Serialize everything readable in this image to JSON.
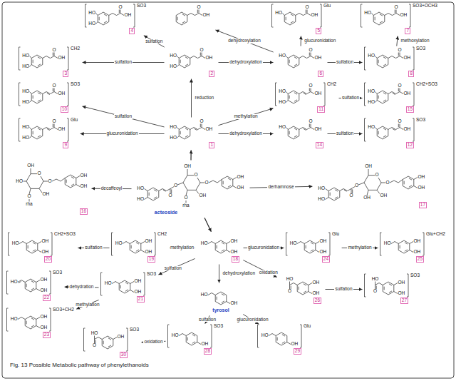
{
  "diagram": {
    "caption": "Fig. 13 Possible Metabolic pathway of phenylethanoids",
    "nodes": [
      {
        "text": [
          "HO",
          "HO",
          "O",
          "OH",
          "SO3",
          "4"
        ]
      },
      {
        "text": [
          "O",
          "OH"
        ]
      },
      {
        "text": [
          "HO",
          "O",
          "OH",
          "Glu",
          "5"
        ]
      },
      {
        "text": [
          "HO",
          "O",
          "OH",
          "SO3+OCH3",
          "7"
        ]
      },
      {
        "text": [
          "HO",
          "HO",
          "O",
          "OH",
          "CH2",
          "3"
        ]
      },
      {
        "text": [
          "HO",
          "HO",
          "O",
          "OH",
          "2"
        ]
      },
      {
        "text": [
          "HO",
          "O",
          "OH",
          "6"
        ]
      },
      {
        "text": [
          "HO",
          "O",
          "OH",
          "SO3",
          "8"
        ]
      },
      {
        "text": [
          "HO",
          "HO",
          "O",
          "OH",
          "SO3",
          "10"
        ]
      },
      {
        "text": [
          "HO",
          "HO",
          "O",
          "OH",
          "CH2",
          "11"
        ]
      },
      {
        "text": [
          "HO",
          "HO",
          "O",
          "OH",
          "CH2+SO3",
          "15"
        ]
      },
      {
        "text": [
          "HO",
          "HO",
          "O",
          "OH",
          "Glu",
          "9"
        ]
      },
      {
        "text": [
          "HO",
          "HO",
          "O",
          "OH",
          "1"
        ]
      },
      {
        "text": [
          "HO",
          "O",
          "OH",
          "14"
        ]
      },
      {
        "text": [
          "HO",
          "O",
          "OH",
          "SO3",
          "12"
        ]
      },
      {
        "text": [
          "OH",
          "HO",
          "O",
          "O",
          "OH",
          "OH",
          "O",
          "rha",
          "OH",
          "16"
        ]
      },
      {
        "text": [
          "OH",
          "HO",
          "HO",
          "O",
          "O",
          "O",
          "O",
          "OH",
          "OH",
          "O",
          "rha",
          "OH",
          "acteoside"
        ]
      },
      {
        "text": [
          "OH",
          "HO",
          "HO",
          "O",
          "O",
          "O",
          "O",
          "OH",
          "OH",
          "OH",
          "OH",
          "17"
        ]
      },
      {
        "text": [
          "HO",
          "OH",
          "OH",
          "CH2+SO3",
          "20"
        ]
      },
      {
        "text": [
          "HO",
          "OH",
          "OH",
          "CH2",
          "19"
        ]
      },
      {
        "text": [
          "HO",
          "OH",
          "OH",
          "18"
        ]
      },
      {
        "text": [
          "HO",
          "OH",
          "OH",
          "Glu",
          "24"
        ]
      },
      {
        "text": [
          "HO",
          "OH",
          "OH",
          "Glu+CH2",
          "25"
        ]
      },
      {
        "text": [
          "HO",
          "OH",
          "OH",
          "SO3",
          "22"
        ]
      },
      {
        "text": [
          "HO",
          "OH",
          "OH",
          "SO3",
          "21"
        ]
      },
      {
        "text": [
          "HO",
          "O",
          "OH",
          "OH",
          "26"
        ]
      },
      {
        "text": [
          "HO",
          "O",
          "OH",
          "OH",
          "SO3",
          "27"
        ]
      },
      {
        "text": [
          "HO",
          "OH",
          "tyrosol"
        ]
      },
      {
        "text": [
          "HO",
          "OH",
          "OH",
          "SO3+CH2",
          "23"
        ]
      },
      {
        "text": [
          "HO",
          "O",
          "OH",
          "SO3",
          "30"
        ]
      },
      {
        "text": [
          "HO",
          "OH",
          "SO3",
          "28"
        ]
      },
      {
        "text": [
          "HO",
          "OH",
          "Glu",
          "29"
        ]
      }
    ],
    "edges": [
      {
        "from": 12,
        "to": 5,
        "label": "reduction",
        "arrow": "to"
      },
      {
        "from": 5,
        "to": 4,
        "label": "sulfation",
        "arrow": "to"
      },
      {
        "from": 5,
        "to": 0,
        "label": "sulfation",
        "arrow": "to"
      },
      {
        "from": 5,
        "to": 6,
        "label": "dehydroxylation",
        "arrow": "to"
      },
      {
        "from": 6,
        "to": 1,
        "label": "dehydroxylation",
        "arrow": "to"
      },
      {
        "from": 6,
        "to": 2,
        "label": "glucuronidation",
        "arrow": "to"
      },
      {
        "from": 6,
        "to": 7,
        "label": "sulfation",
        "arrow": "to"
      },
      {
        "from": 7,
        "to": 3,
        "label": "methoxylation",
        "arrow": "to"
      },
      {
        "from": 12,
        "to": 9,
        "label": "methylation",
        "arrow": "to"
      },
      {
        "from": 9,
        "to": 10,
        "label": "sulfation",
        "arrow": "to"
      },
      {
        "from": 12,
        "to": 13,
        "label": "dehydroxylation",
        "arrow": "to"
      },
      {
        "from": 13,
        "to": 14,
        "label": "sulfation",
        "arrow": "to"
      },
      {
        "from": 12,
        "to": 8,
        "label": "sulfation",
        "arrow": "to"
      },
      {
        "from": 12,
        "to": 11,
        "label": "glucuronidation",
        "arrow": "to"
      },
      {
        "from": 16,
        "to": 12,
        "arrow": "to"
      },
      {
        "from": 16,
        "to": 15,
        "label": "decaffeoyl",
        "arrow": "to"
      },
      {
        "from": 16,
        "to": 17,
        "label": "derhamnose",
        "arrow": "to"
      },
      {
        "from": 16,
        "to": 20,
        "arrow": "to"
      },
      {
        "from": 20,
        "to": 19,
        "label": "methylation",
        "arrow": "to"
      },
      {
        "from": 19,
        "to": 18,
        "label": "sulfation",
        "arrow": "to"
      },
      {
        "from": 20,
        "to": 24,
        "label": "sulfation",
        "arrow": "to"
      },
      {
        "from": 24,
        "to": 23,
        "label": "dehydration",
        "arrow": "to"
      },
      {
        "from": 24,
        "to": 28,
        "label": "methylation",
        "arrow": "to"
      },
      {
        "from": 20,
        "to": 21,
        "label": "glucuronidation",
        "arrow": "to"
      },
      {
        "from": 21,
        "to": 22,
        "label": "methylation",
        "arrow": "to"
      },
      {
        "from": 20,
        "to": 25,
        "label": "oxidation",
        "arrow": "to"
      },
      {
        "from": 25,
        "to": 26,
        "label": "sulfation",
        "arrow": "to"
      },
      {
        "from": 20,
        "to": 27,
        "label": "dehydroxylation",
        "arrow": "to"
      },
      {
        "from": 27,
        "to": 30,
        "label": "sulfation",
        "arrow": "to"
      },
      {
        "from": 27,
        "to": 31,
        "label": "glucuronidation",
        "arrow": "to"
      },
      {
        "from": 30,
        "to": 29,
        "label": "oxidation",
        "arrow": "to"
      }
    ]
  }
}
